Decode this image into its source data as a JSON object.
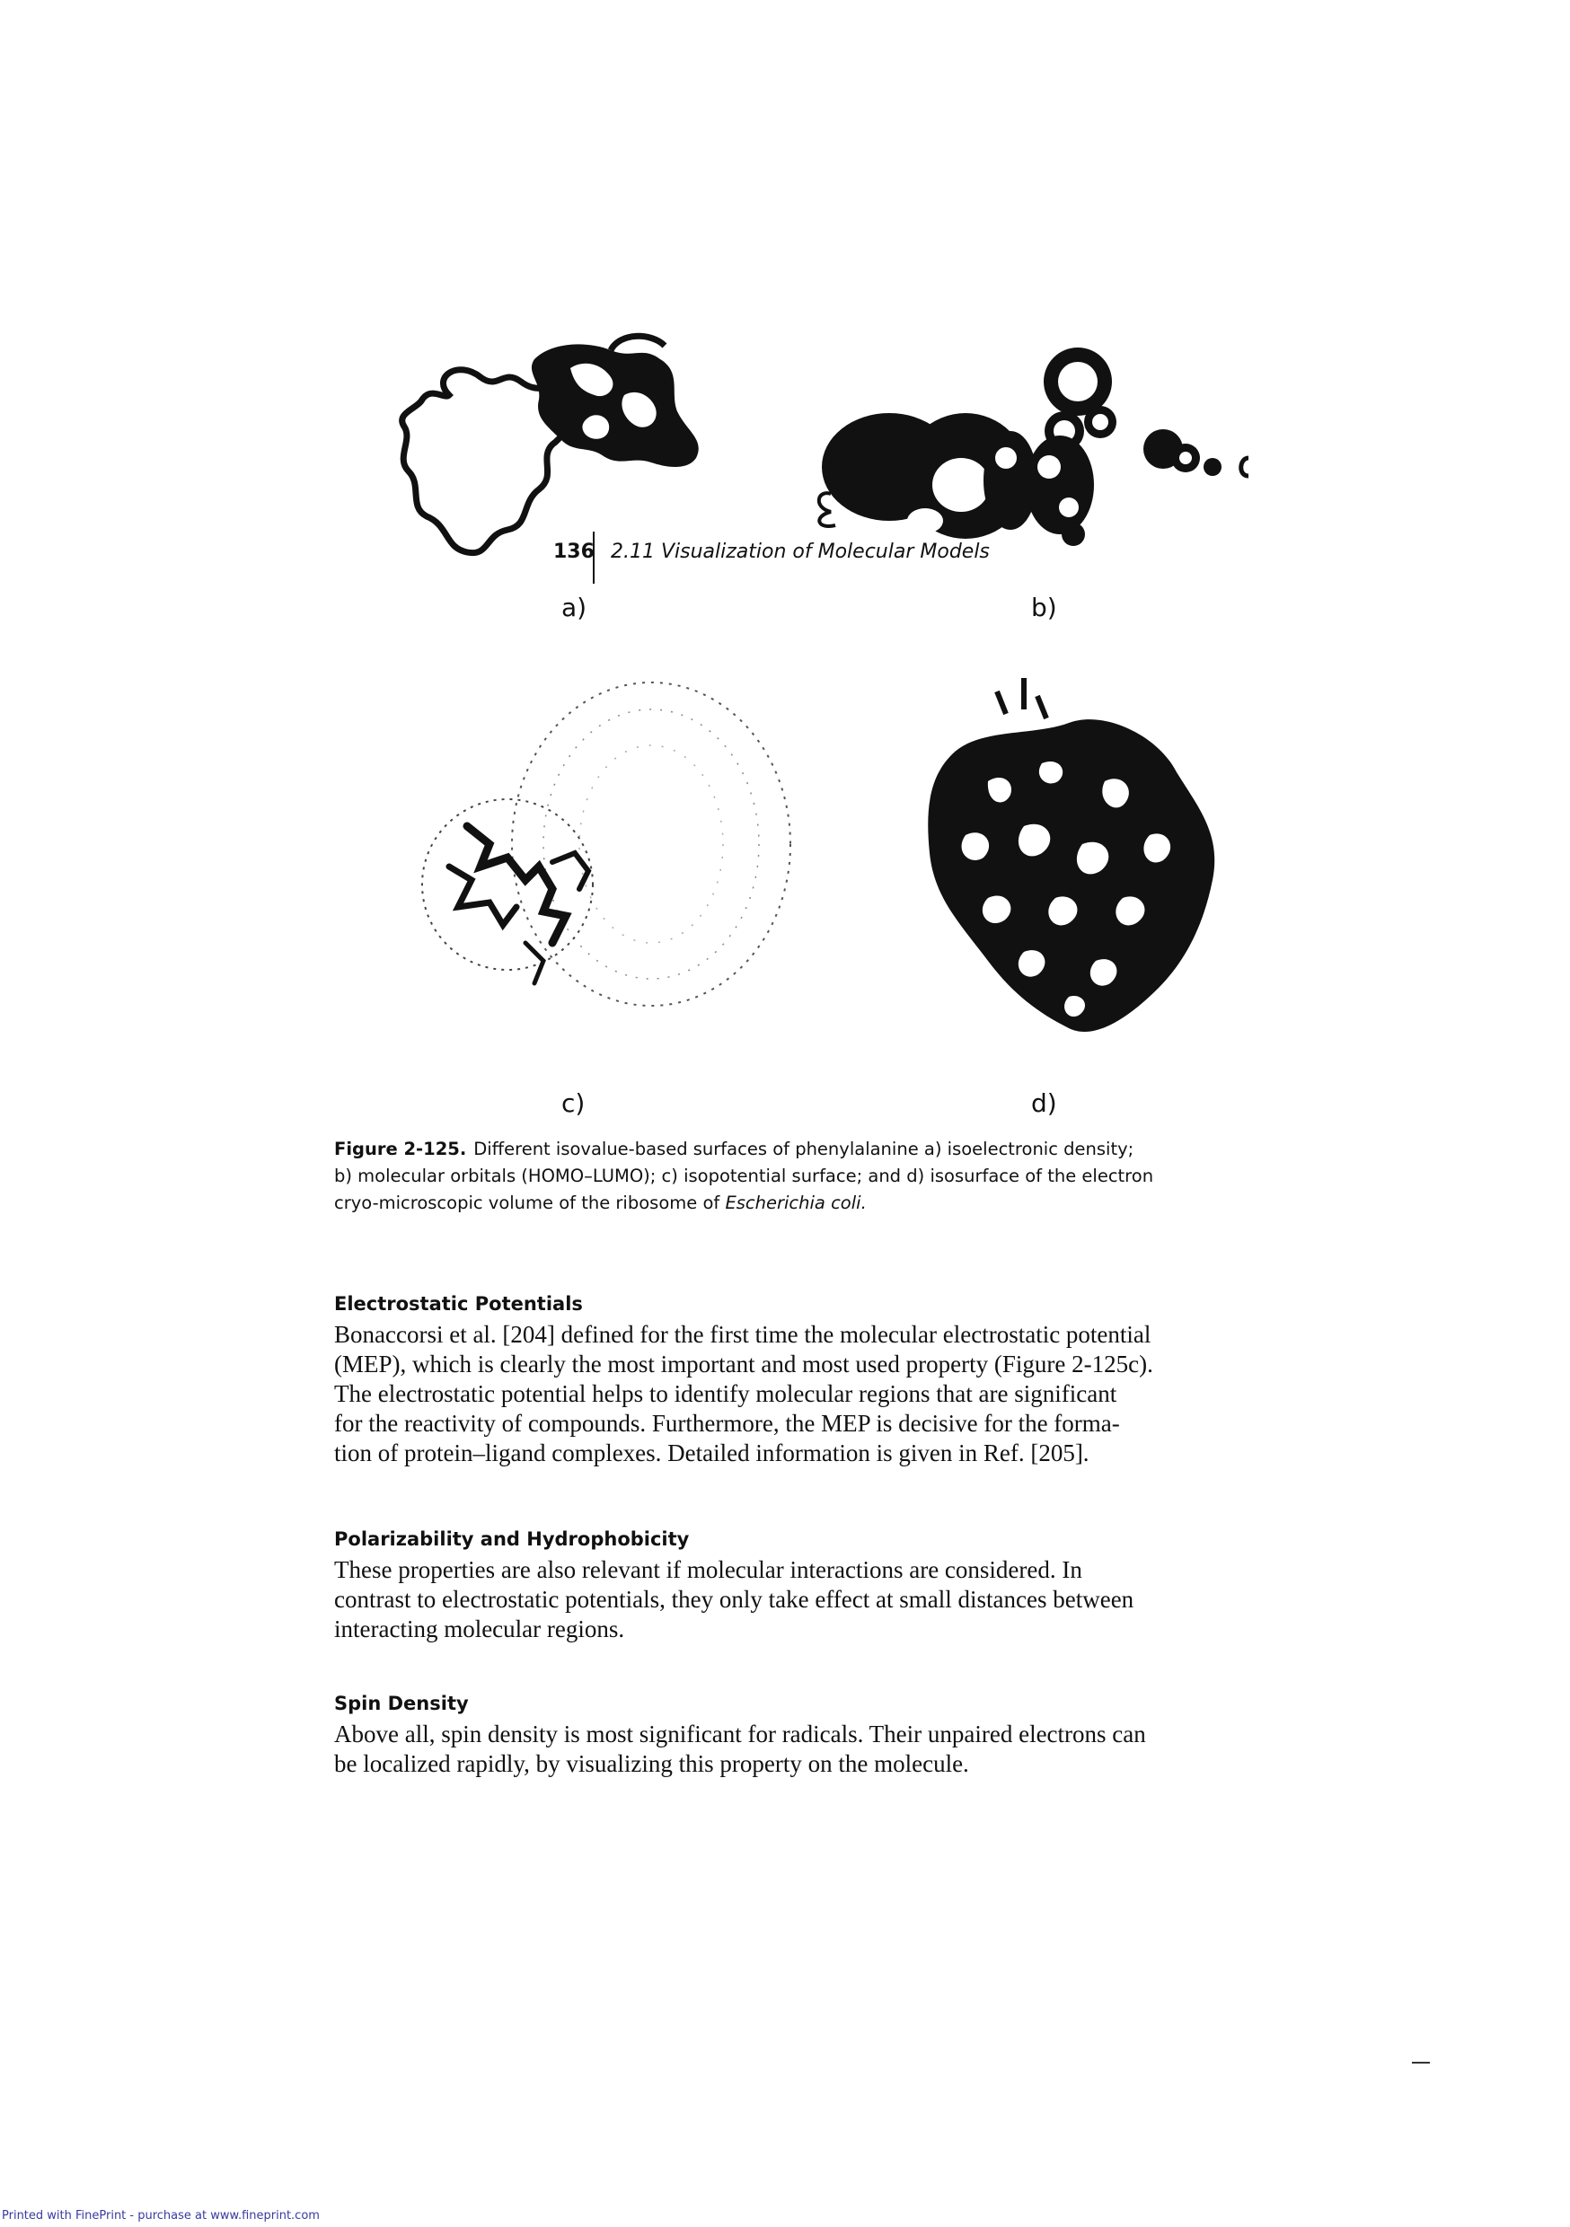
{
  "header": {
    "page_number": "136",
    "section_title": "2.11 Visualization of Molecular Models"
  },
  "figure": {
    "panels": [
      {
        "label": "a)"
      },
      {
        "label": "b)"
      },
      {
        "label": "c)"
      },
      {
        "label": "d)"
      }
    ],
    "caption": {
      "label": "Figure 2-125.",
      "lines": [
        "Different isovalue-based surfaces of phenylalanine a) isoelectronic density;",
        "b) molecular orbitals (HOMO–LUMO); c) isopotential surface; and d) isosurface of the electron",
        "cryo-microscopic volume of the ribosome of "
      ],
      "species": "Escherichia coli."
    }
  },
  "sections": [
    {
      "heading": "Electrostatic Potentials",
      "lines": [
        "Bonaccorsi et al. [204] defined for the first time the molecular electrostatic potential",
        "(MEP), which is clearly the most important and most used property (Figure 2-125c).",
        "The electrostatic potential helps to identify molecular regions that are significant",
        "for the reactivity of compounds. Furthermore, the MEP is decisive for the forma-",
        "tion of protein–ligand complexes. Detailed information is given in Ref. [205]."
      ]
    },
    {
      "heading": "Polarizability and Hydrophobicity",
      "lines": [
        "These properties are also relevant if molecular interactions are considered. In",
        "contrast to electrostatic potentials, they only take effect at small distances between",
        "interacting molecular regions."
      ]
    },
    {
      "heading": "Spin Density",
      "lines": [
        "Above all, spin density is most significant for radicals. Their unpaired electrons can",
        "be localized rapidly, by visualizing this property on the molecule."
      ]
    }
  ],
  "footer": {
    "text": "Printed with FinePrint - purchase at www.fineprint.com"
  }
}
